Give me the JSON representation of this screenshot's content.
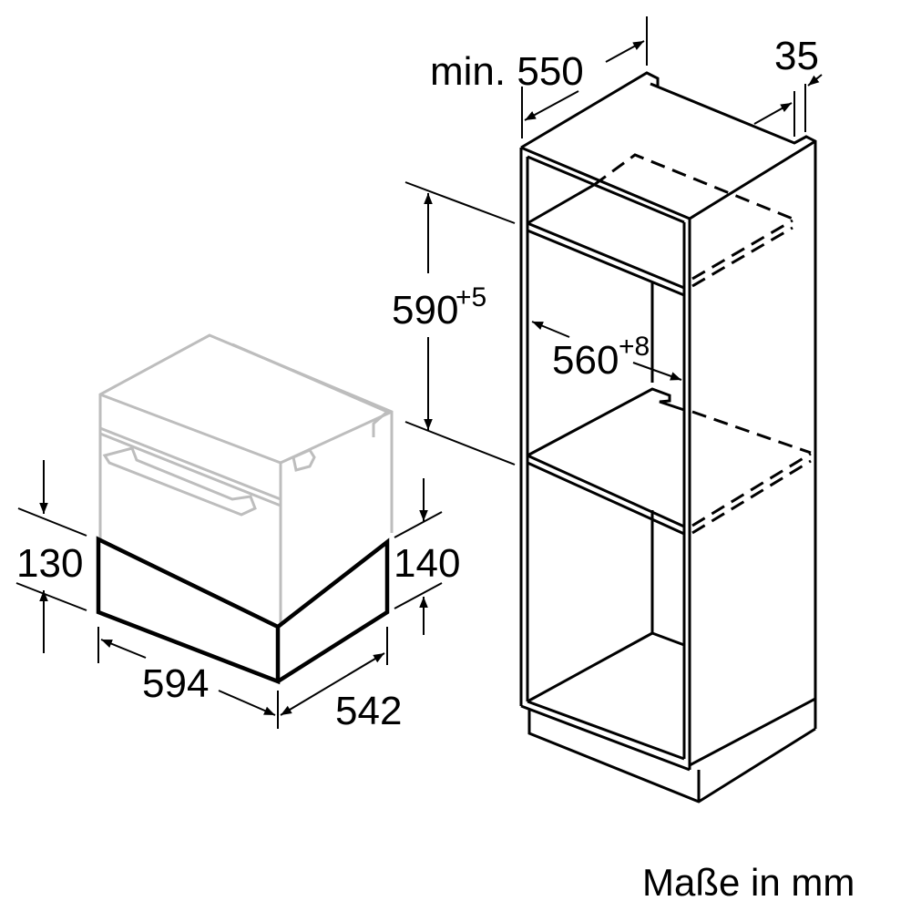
{
  "dimensions": {
    "cabinet_depth": {
      "prefix": "min.",
      "value": "550"
    },
    "cabinet_panel": {
      "value": "35"
    },
    "niche_height": {
      "value": "590",
      "tolerance": "+5"
    },
    "niche_width": {
      "value": "560",
      "tolerance": "+8"
    },
    "drawer_front_height": {
      "value": "130"
    },
    "drawer_side_height": {
      "value": "140"
    },
    "drawer_width": {
      "value": "594"
    },
    "drawer_depth": {
      "value": "542"
    }
  },
  "units_note": "Maße in mm",
  "colors": {
    "line": "#000000",
    "appliance_ghost": "#bdbdbd"
  }
}
